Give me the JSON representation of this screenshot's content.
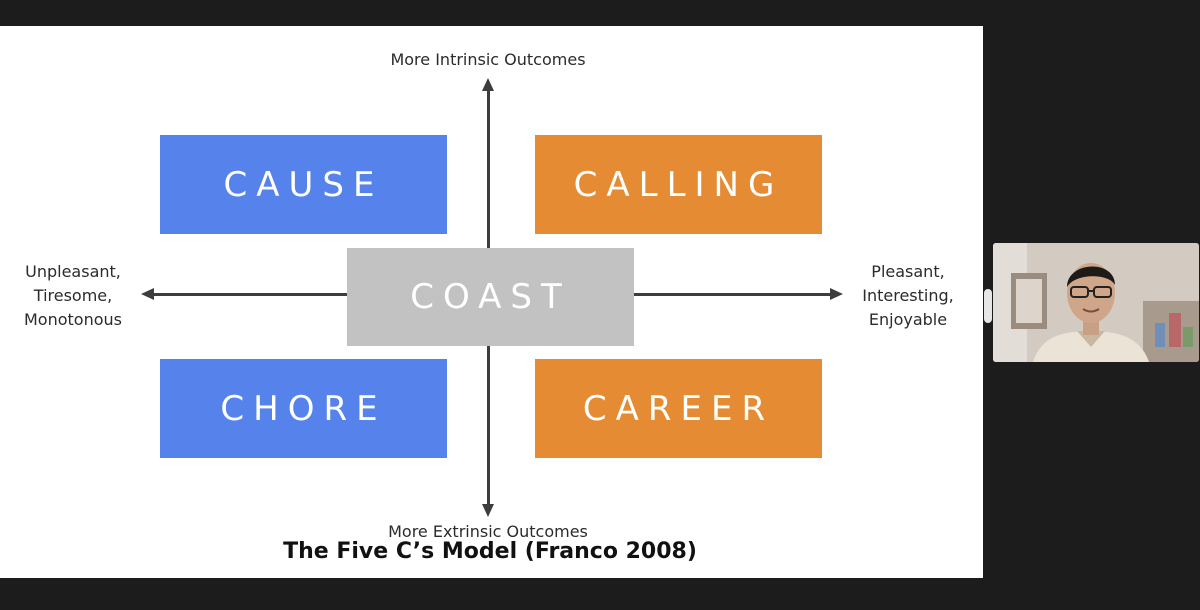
{
  "slide": {
    "title": "The Five C’s Model (Franco 2008)",
    "axes": {
      "top": "More Intrinsic Outcomes",
      "bottom": "More Extrinsic Outcomes",
      "left": [
        "Unpleasant,",
        "Tiresome,",
        "Monotonous"
      ],
      "right": [
        "Pleasant,",
        "Interesting,",
        "Enjoyable"
      ]
    },
    "boxes": {
      "cause": "CAUSE",
      "calling": "CALLING",
      "coast": "COAST",
      "chore": "CHORE",
      "career": "CAREER"
    }
  },
  "colors": {
    "blue": "#5683eb",
    "orange": "#e48b33",
    "gray": "#c2c2c2",
    "axis": "#3d3d3d"
  },
  "video_tile": {
    "icon": "person-video-icon"
  }
}
